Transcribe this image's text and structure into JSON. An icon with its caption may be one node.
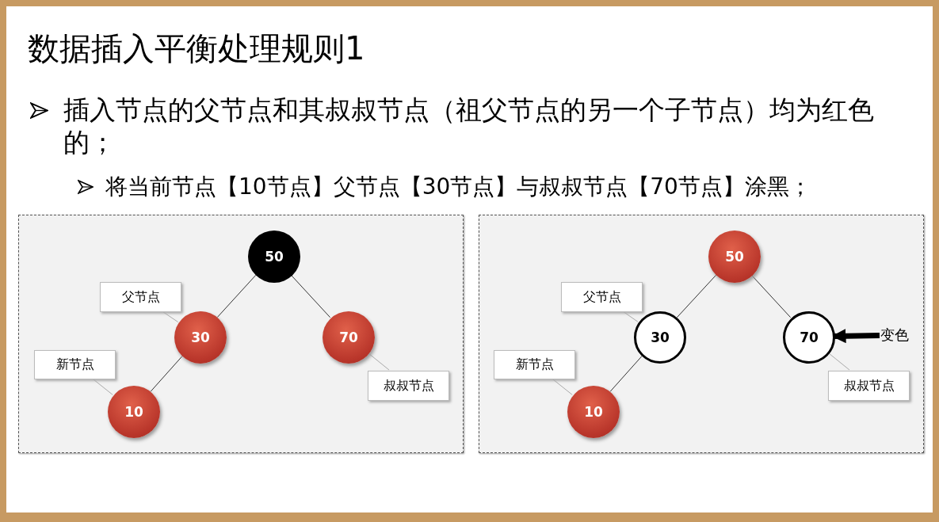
{
  "diagram": {
    "title": "数据插入平衡处理规则1",
    "nodes": [
      {
        "text": [],
        "shape": "box"
      },
      {
        "text": [
          "50"
        ],
        "in": 0
      },
      {
        "text": [
          "父节点"
        ],
        "in": 0
      },
      {
        "text": [
          "30"
        ],
        "in": 0
      },
      {
        "text": [
          "70"
        ],
        "in": 0
      },
      {
        "text": [
          "新节点"
        ],
        "in": 0
      },
      {
        "text": [
          "10"
        ],
        "in": 0
      },
      {
        "text": [
          "叔叔节点"
        ],
        "in": 0
      },
      {
        "text": [],
        "shape": "box"
      },
      {
        "text": [
          "50"
        ],
        "in": 8
      },
      {
        "text": [
          "父节点"
        ],
        "in": 8
      },
      {
        "text": [
          "30"
        ],
        "in": 8
      },
      {
        "text": [
          "70"
        ],
        "in": 8
      },
      {
        "text": [
          "变色"
        ],
        "in": 8
      },
      {
        "text": [
          "新节点"
        ],
        "in": 8
      },
      {
        "text": [
          "10"
        ],
        "in": 8
      },
      {
        "text": [
          "叔叔节点"
        ],
        "in": 8
      }
    ],
    "edges": [
      {
        "from": 1,
        "to": 3,
        "arrow": "none"
      },
      {
        "from": 1,
        "to": 4,
        "arrow": "none"
      },
      {
        "from": 3,
        "to": 6,
        "arrow": "none"
      },
      {
        "from": 2,
        "to": 3,
        "arrow": "none",
        "color": "#aaaaaa"
      },
      {
        "from": 5,
        "to": 6,
        "arrow": "none",
        "color": "#aaaaaa"
      },
      {
        "from": 7,
        "to": 4,
        "arrow": "none",
        "color": "#aaaaaa"
      },
      {
        "from": 9,
        "to": 11,
        "arrow": "none"
      },
      {
        "from": 9,
        "to": 12,
        "arrow": "none"
      },
      {
        "from": 11,
        "to": 15,
        "arrow": "none"
      },
      {
        "from": 10,
        "to": 11,
        "arrow": "none",
        "color": "#aaaaaa"
      },
      {
        "from": 14,
        "to": 15,
        "arrow": "none",
        "color": "#aaaaaa"
      },
      {
        "from": 16,
        "to": 12,
        "arrow": "none",
        "color": "#aaaaaa"
      },
      {
        "from": 13,
        "to": 12,
        "arrow": "to",
        "style": "thick"
      }
    ],
    "labels": [
      "插入节点的父节点和其叔叔节点（祖父节点的另一个子节点）均为红色的；",
      "将当前节点【10节点】父节点【30节点】与叔叔节点【70节点】涂黑；"
    ]
  }
}
